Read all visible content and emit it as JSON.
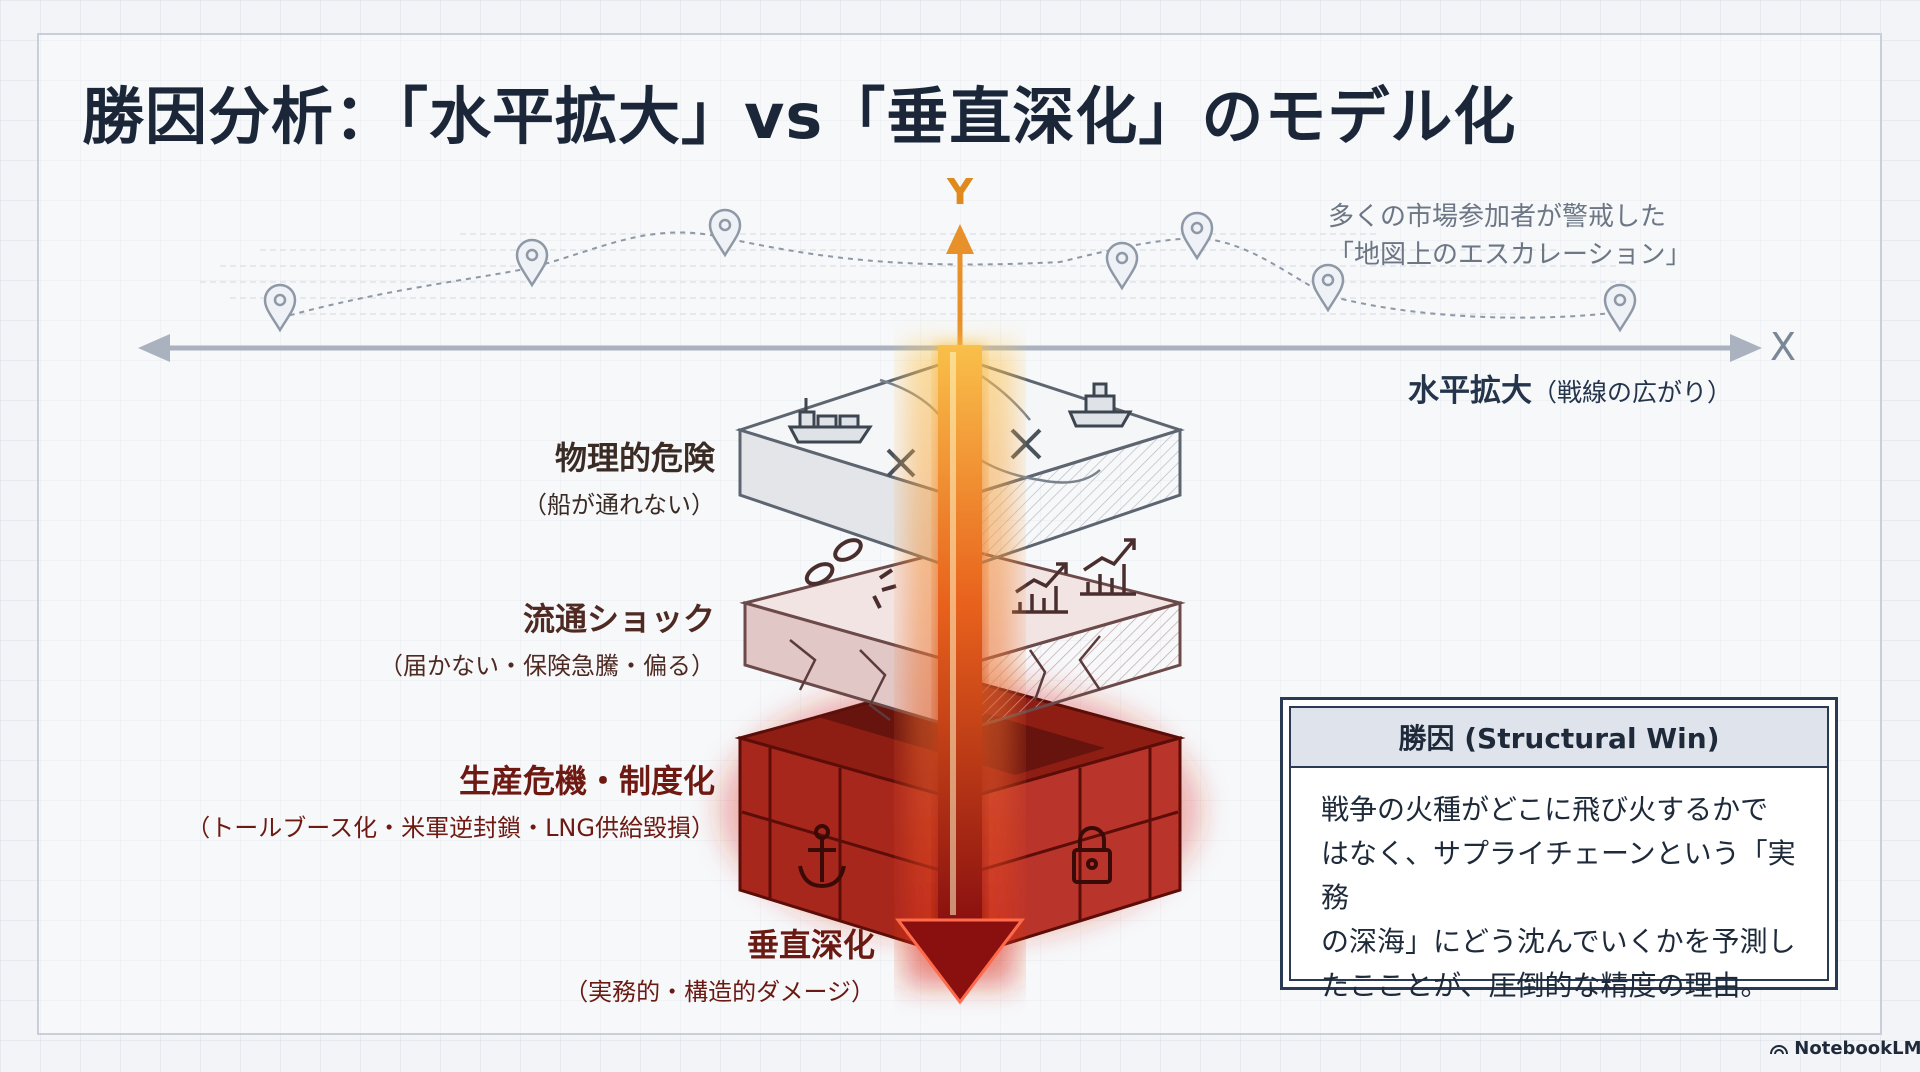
{
  "title": "勝因分析：「水平拡大」vs「垂直深化」のモデル化",
  "axis": {
    "y_label": "Y",
    "x_label": "X",
    "x_caption_main": "水平拡大",
    "x_caption_sub": "（戦線の広がり）"
  },
  "map_note": {
    "line1": "多くの市場参加者が警戒した",
    "line2": "「地図上のエスカレーション」"
  },
  "layers": [
    {
      "main": "物理的危険",
      "sub": "（船が通れない）"
    },
    {
      "main": "流通ショック",
      "sub": "（届かない・保険急騰・偏る）"
    },
    {
      "main": "生産危機・制度化",
      "sub": "（トールブース化・米軍逆封鎖・LNG供給毀損）"
    },
    {
      "main": "垂直深化",
      "sub": "（実務的・構造的ダメージ）"
    }
  ],
  "win_box": {
    "header": "勝因 (Structural Win)",
    "lines": [
      "戦争の火種がどこに飛び火するかで",
      "はなく、サプライチェーンという「実務",
      "の深海」にどう沈んでいくかを予測し",
      "たこことが、圧倒的な精度の理由。"
    ]
  },
  "brand": "NotebookLM",
  "colors": {
    "title": "#1b2738",
    "axis_y": "#e08a1e",
    "axis_x": "#a9b2be",
    "layer_top": "#f3f3f3",
    "layer_mid": "#e8d2d2",
    "layer_bottom": "#a8271c",
    "arrow_start": "#f7b733",
    "arrow_end": "#8a1010"
  },
  "icons": [
    "map-pin-icon",
    "cargo-ship-icon",
    "cross-mark-icon",
    "broken-chain-icon",
    "rising-chart-icon",
    "anchor-icon",
    "padlock-icon",
    "notebooklm-logo-icon"
  ]
}
